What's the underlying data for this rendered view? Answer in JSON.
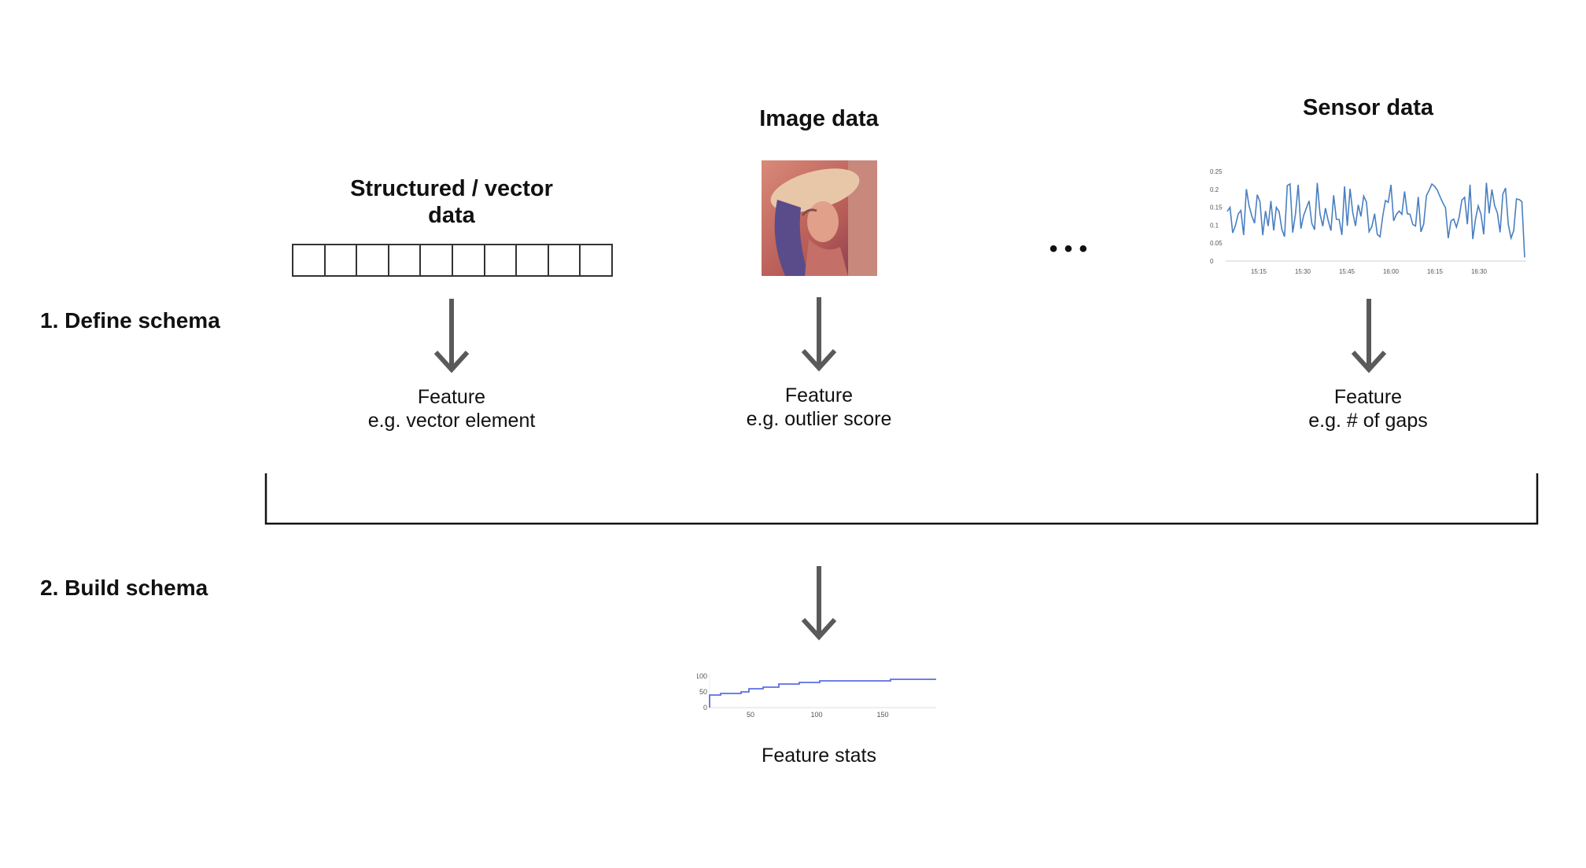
{
  "steps": {
    "define": "1. Define schema",
    "build": "2. Build schema"
  },
  "columns": {
    "structured": {
      "title_line1": "Structured / vector",
      "title_line2": "data",
      "cells": 10,
      "feature_line1": "Feature",
      "feature_line2": "e.g. vector element"
    },
    "image": {
      "title": "Image data",
      "feature_line1": "Feature",
      "feature_line2": "e.g. outlier score"
    },
    "ellipsis": "• • •",
    "sensor": {
      "title": "Sensor data",
      "feature_line1": "Feature",
      "feature_line2": "e.g. # of gaps",
      "yticks": [
        "0.25",
        "0.2",
        "0.15",
        "0.1",
        "0.05",
        "0"
      ],
      "xticks": [
        "15:15",
        "15:30",
        "15:45",
        "16:00",
        "16:15",
        "16:30"
      ]
    }
  },
  "stats": {
    "label": "Feature stats",
    "yticks": [
      "100",
      "50",
      "0"
    ],
    "xticks": [
      "50",
      "100",
      "150"
    ]
  },
  "colors": {
    "arrow": "#5a5a5a",
    "sensor_line": "#4a7fc1",
    "stats_line": "#5b6fe0",
    "bracket": "#111111"
  },
  "icons": {
    "arrow": "down-arrow-icon",
    "image": "portrait-photo-icon"
  }
}
